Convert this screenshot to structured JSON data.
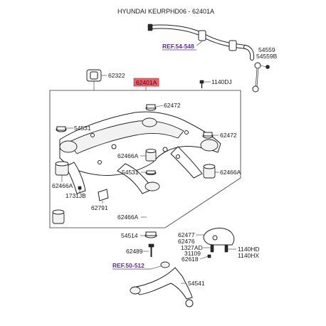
{
  "title": "HYUNDAI KEURPHD06 - 62401A",
  "highlight_part": "62401A",
  "refs": [
    "REF.54-548",
    "REF.50-512"
  ],
  "labels": {
    "p62322": "62322",
    "p1140DJ": "1140DJ",
    "p54559": "54559",
    "p54559B": "54559B",
    "p62472a": "62472",
    "p54531a": "54531",
    "p62472b": "62472",
    "p62466Aa": "62466A",
    "p54531b": "54531",
    "p62466Ab": "62466A",
    "p62466Ac": "62466A",
    "p1731JB": "1731JB",
    "p62791": "62791",
    "p62466Ad": "62466A",
    "p54514": "54514",
    "p62477": "62477",
    "p62476": "62476",
    "p1327AD": "1327AD",
    "p31109": "31109",
    "p1140HD": "1140HD",
    "p1140HX": "1140HX",
    "p62489": "62489",
    "p62618": "62618",
    "p54541": "54541"
  },
  "colors": {
    "ref_link": "#5a2d9c",
    "highlight_fill": "#f25c6b"
  }
}
